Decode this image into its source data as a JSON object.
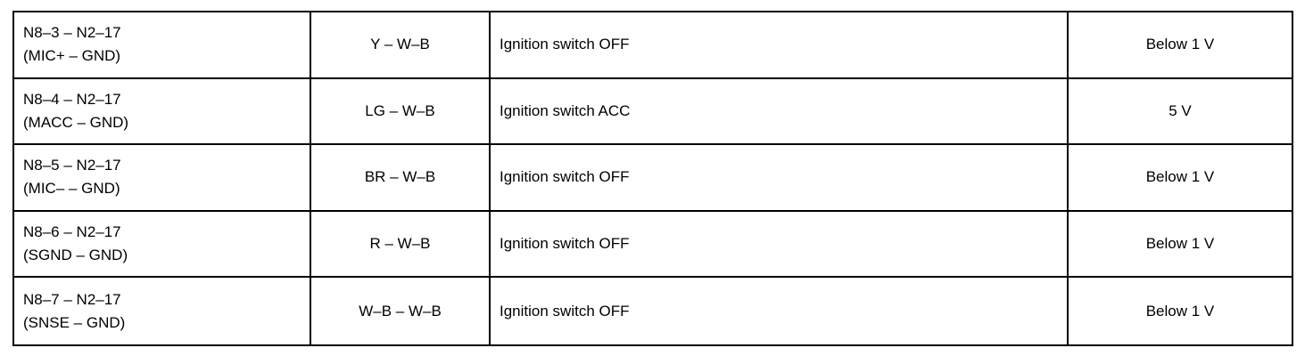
{
  "rows": [
    {
      "terminal": "N8–3 – N2–17",
      "signal": "(MIC+ – GND)",
      "wire": "Y – W–B",
      "condition": "Ignition switch OFF",
      "spec": "Below 1 V"
    },
    {
      "terminal": "N8–4 – N2–17",
      "signal": "(MACC – GND)",
      "wire": "LG – W–B",
      "condition": "Ignition switch ACC",
      "spec": "5 V"
    },
    {
      "terminal": "N8–5 – N2–17",
      "signal": "(MIC– – GND)",
      "wire": "BR – W–B",
      "condition": "Ignition switch OFF",
      "spec": "Below 1 V"
    },
    {
      "terminal": "N8–6 – N2–17",
      "signal": "(SGND – GND)",
      "wire": "R – W–B",
      "condition": "Ignition switch OFF",
      "spec": "Below 1 V"
    },
    {
      "terminal": "N8–7 – N2–17",
      "signal": "(SNSE – GND)",
      "wire": "W–B – W–B",
      "condition": "Ignition switch OFF",
      "spec": "Below 1 V"
    }
  ]
}
